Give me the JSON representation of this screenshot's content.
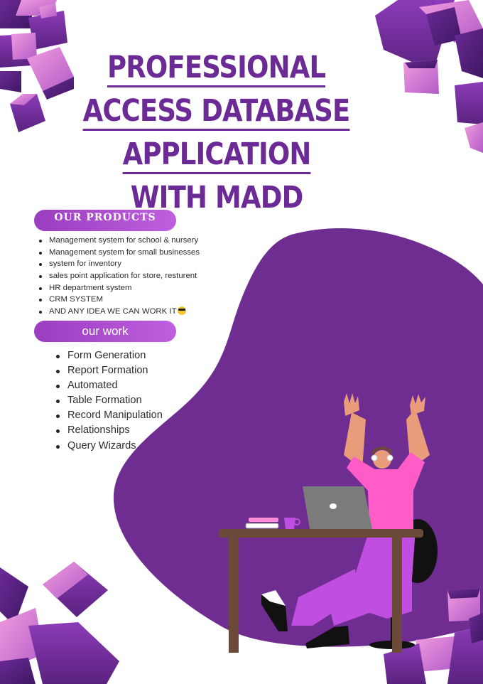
{
  "title": {
    "line1": "PROFESSIONAL",
    "line2": "ACCESS DATABASE",
    "line3": "APPLICATION",
    "line4": "WITH MADD"
  },
  "products": {
    "heading": "OUR PRODUCTS",
    "items": [
      "Management system for school & nursery",
      "Management system for small businesses",
      "system for inventory",
      "sales point application for store, resturent",
      "HR department system",
      "CRM SYSTEM",
      "AND ANY IDEA WE CAN WORK IT",
      ""
    ],
    "last_item_emoji": "smiling-face-with-sunglasses-icon"
  },
  "work": {
    "heading": "our work",
    "items": [
      "Form Generation",
      "Report Formation",
      "Automated",
      "Table Formation",
      "Record Manipulation",
      "Relationships",
      "Query Wizards"
    ]
  },
  "colors": {
    "title": "#6b2a95",
    "blob": "#6f2c91",
    "pill": "#bf5fe0",
    "shirt": "#ff5cc8",
    "pants": "#c04ee0",
    "laptop": "#7b7b7b",
    "desk": "#6b4a3a"
  }
}
